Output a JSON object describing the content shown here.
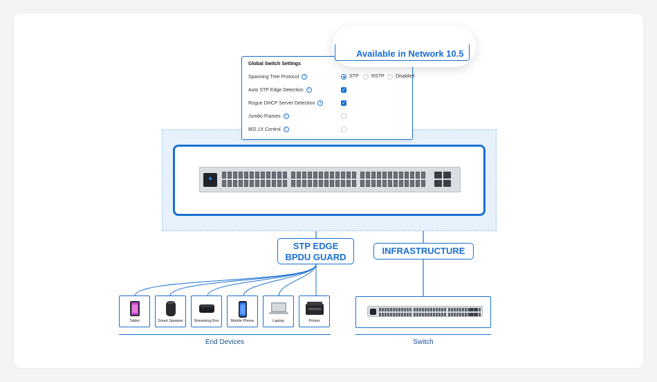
{
  "badge": {
    "text": "Available in Network 10.5"
  },
  "settings": {
    "title": "Global Switch Settings",
    "rows": [
      {
        "label": "Spanning Tree Protocol",
        "type": "radio"
      },
      {
        "label": "Auto STP Edge Detection",
        "type": "checkbox",
        "checked": true
      },
      {
        "label": "Rogue DHCP Server Detection",
        "type": "checkbox",
        "checked": true
      },
      {
        "label": "Jumbo Frames",
        "type": "checkbox",
        "checked": false
      },
      {
        "label": "802.1X Control",
        "type": "checkbox",
        "checked": false
      }
    ],
    "stp_options": [
      "STP",
      "RSTP",
      "Disabled"
    ],
    "stp_selected": "STP"
  },
  "labels": {
    "stp_line1": "STP EDGE",
    "stp_line2": "BPDU GUARD",
    "infrastructure": "INFRASTRUCTURE"
  },
  "devices": [
    {
      "name": "Tablet",
      "icon": "tablet-icon"
    },
    {
      "name": "Smart Speaker",
      "icon": "smart-speaker-icon"
    },
    {
      "name": "Streaming Box",
      "icon": "streaming-box-icon"
    },
    {
      "name": "Mobile Phone",
      "icon": "mobile-phone-icon"
    },
    {
      "name": "Laptop",
      "icon": "laptop-icon"
    },
    {
      "name": "Printer",
      "icon": "printer-icon"
    }
  ],
  "groups": {
    "end_devices": "End Devices",
    "switch": "Switch"
  },
  "colors": {
    "accent": "#1a6fd1",
    "zone": "#e7f1fb"
  }
}
